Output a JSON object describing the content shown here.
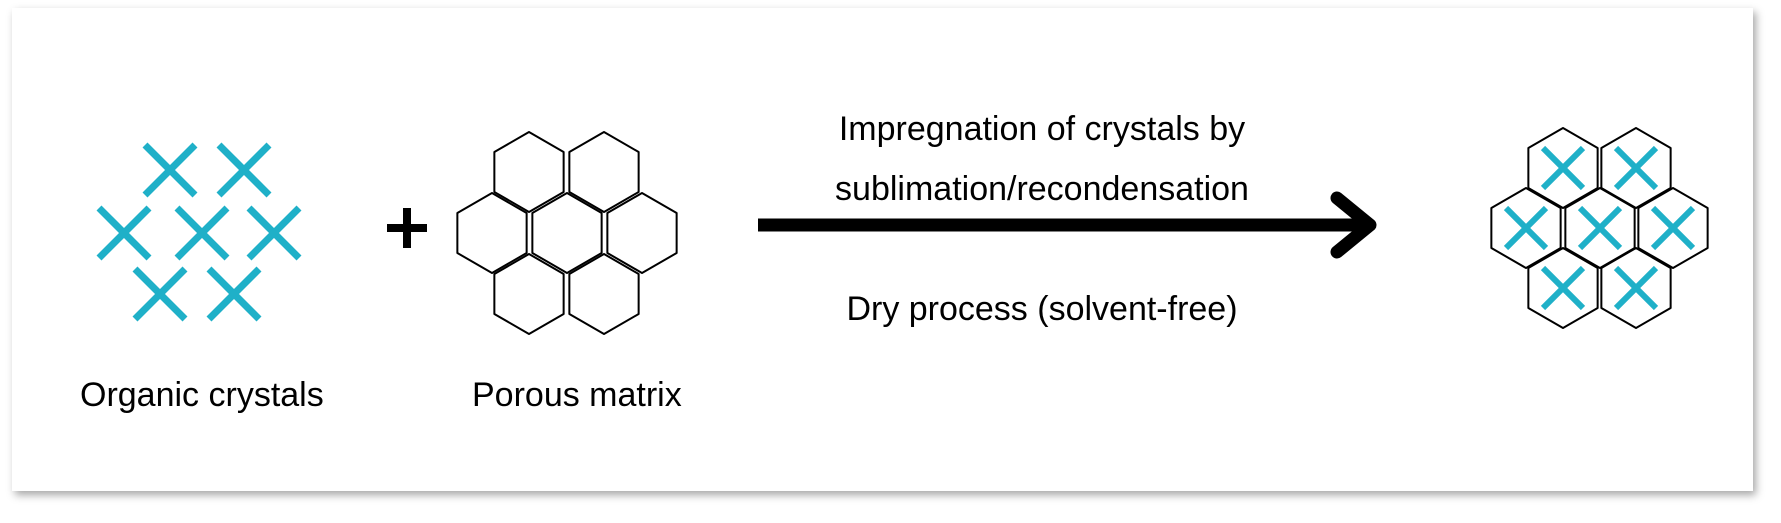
{
  "labels": {
    "organic_crystals": "Organic crystals",
    "porous_matrix": "Porous matrix",
    "process_line1": "Impregnation of crystals by",
    "process_line2": "sublimation/recondensation",
    "dry_process": "Dry process (solvent-free)",
    "plus": "+"
  },
  "colors": {
    "crystal": "#1fb0c8",
    "outline": "#000000",
    "arrow": "#000000"
  }
}
